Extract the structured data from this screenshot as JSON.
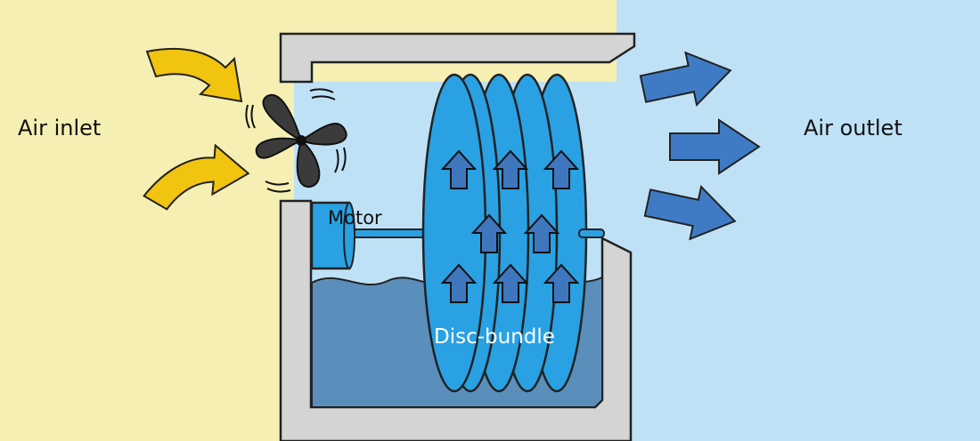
{
  "labels": {
    "air_inlet": "Air inlet",
    "air_outlet": "Air outlet",
    "motor": "Motor",
    "disc_bundle": "Disc-bundle"
  },
  "colors": {
    "inlet_background": "#f6efb3",
    "outlet_background": "#bfe1f6",
    "housing": "#d4d4d4",
    "water": "#5b8fbb",
    "disc": "#29a1e3",
    "inner_arrow": "#3e77bd",
    "outlet_arrow": "#3f7bc4",
    "inlet_arrow": "#f1c40f",
    "fan": "#3b3b3b",
    "disc_label_text": "#ffffff"
  },
  "icons": {
    "fan": "fan-icon",
    "inlet_arrows": "curved-arrow-icon",
    "outlet_arrows": "arrow-right-icon",
    "airflow_arrows": "arrow-up-icon"
  }
}
